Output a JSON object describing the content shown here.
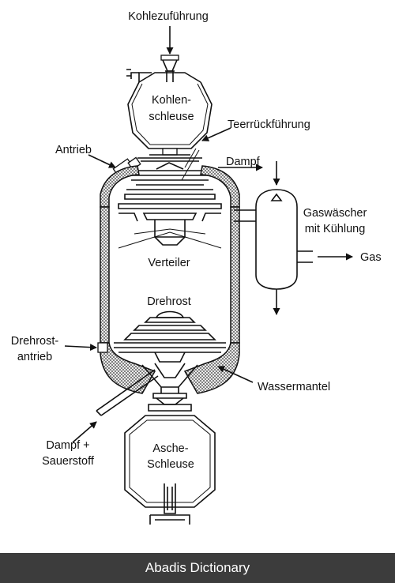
{
  "labels": {
    "coal_feed": "Kohlezuführung",
    "coal_lock_1": "Kohlen-",
    "coal_lock_2": "schleuse",
    "tar_return": "Teerrückführung",
    "drive": "Antrieb",
    "steam": "Dampf",
    "scrubber_1": "Gaswäscher",
    "scrubber_2": "mit Kühlung",
    "gas": "Gas",
    "distributor": "Verteiler",
    "rotating_grate": "Drehrost",
    "grate_drive_1": "Drehrost-",
    "grate_drive_2": "antrieb",
    "water_jacket": "Wassermantel",
    "steam_oxygen_1": "Dampf +",
    "steam_oxygen_2": "Sauerstoff",
    "ash_lock_1": "Asche-",
    "ash_lock_2": "Schleuse"
  },
  "footer": {
    "text": "Abadis Dictionary"
  },
  "colors": {
    "footer_bg": "#3c3c3c",
    "footer_text": "#ffffff",
    "line": "#111111"
  }
}
